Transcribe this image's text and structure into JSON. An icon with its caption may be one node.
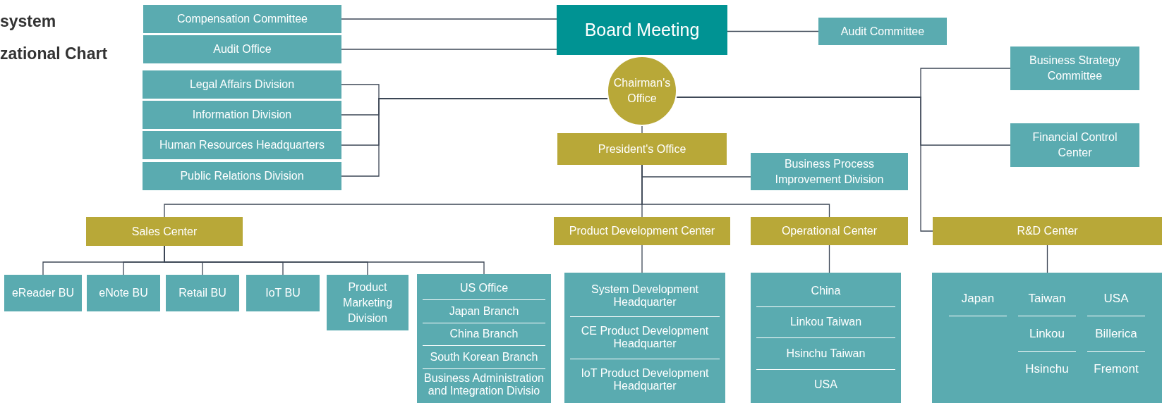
{
  "diagram": {
    "nodes": [
      {
        "text": [
          "Compensation Committee"
        ]
      },
      {
        "text": [
          "Audit Office"
        ]
      },
      {
        "text": [
          "Board Meeting"
        ]
      },
      {
        "text": [
          "Audit Committee"
        ]
      },
      {
        "text": [
          "Chairman's Office"
        ]
      },
      {
        "text": [
          "Legal Affairs Division"
        ]
      },
      {
        "text": [
          "Information Division"
        ]
      },
      {
        "text": [
          "Human Resources Headquarters"
        ]
      },
      {
        "text": [
          "Public Relations Division"
        ]
      },
      {
        "text": [
          "Business Strategy Committee"
        ]
      },
      {
        "text": [
          "Financial Control Center"
        ]
      },
      {
        "text": [
          "President's Office"
        ]
      },
      {
        "text": [
          "Business Process Improvement Division"
        ]
      },
      {
        "text": [
          "Sales Center"
        ]
      },
      {
        "text": [
          "Product Development Center"
        ]
      },
      {
        "text": [
          "Operational Center"
        ]
      },
      {
        "text": [
          "R&D Center"
        ]
      },
      {
        "text": [
          "eReader BU"
        ]
      },
      {
        "text": [
          "eNote BU"
        ]
      },
      {
        "text": [
          "Retail BU"
        ]
      },
      {
        "text": [
          "IoT BU"
        ]
      },
      {
        "text": [
          "Product Marketing Division"
        ]
      },
      {
        "text": [
          "US Office",
          "Japan Branch",
          "China Branch",
          "South Korean Branch",
          "Business Administration and Integration Divisio"
        ]
      },
      {
        "text": [
          "System Development Headquarter",
          "CE Product Development Headquarter",
          "IoT Product Development Headquarter"
        ]
      },
      {
        "text": [
          "China",
          "Linkou Taiwan",
          "Hsinchu Taiwan",
          "USA"
        ]
      },
      {
        "text": [
          "Japan",
          "Taiwan",
          "USA",
          "Linkou",
          "Billerica",
          "Hsinchu",
          "Fremont"
        ]
      }
    ],
    "edges": [
      {
        "from": 2,
        "to": 0,
        "arrow": "none"
      },
      {
        "from": 2,
        "to": 1,
        "arrow": "none"
      },
      {
        "from": 2,
        "to": 3,
        "arrow": "none"
      },
      {
        "from": 4,
        "to": 5,
        "arrow": "none"
      },
      {
        "from": 4,
        "to": 6,
        "arrow": "none"
      },
      {
        "from": 4,
        "to": 7,
        "arrow": "none"
      },
      {
        "from": 4,
        "to": 8,
        "arrow": "none"
      },
      {
        "from": 4,
        "to": 11,
        "arrow": "none"
      },
      {
        "from": 4,
        "to": 9,
        "arrow": "none"
      },
      {
        "from": 4,
        "to": 10,
        "arrow": "none"
      },
      {
        "from": 4,
        "to": 16,
        "arrow": "none"
      },
      {
        "from": 11,
        "to": 12,
        "arrow": "none"
      },
      {
        "from": 11,
        "to": 13,
        "arrow": "none"
      },
      {
        "from": 11,
        "to": 14,
        "arrow": "none"
      },
      {
        "from": 11,
        "to": 15,
        "arrow": "none"
      },
      {
        "from": 13,
        "to": 17,
        "arrow": "none"
      },
      {
        "from": 13,
        "to": 18,
        "arrow": "none"
      },
      {
        "from": 13,
        "to": 19,
        "arrow": "none"
      },
      {
        "from": 13,
        "to": 20,
        "arrow": "none"
      },
      {
        "from": 13,
        "to": 21,
        "arrow": "none"
      },
      {
        "from": 13,
        "to": 22,
        "arrow": "none"
      },
      {
        "from": 14,
        "to": 23,
        "arrow": "none"
      },
      {
        "from": 15,
        "to": 24,
        "arrow": "none"
      },
      {
        "from": 16,
        "to": 25,
        "arrow": "none"
      }
    ],
    "labels": [
      "system",
      "zational Chart"
    ]
  }
}
